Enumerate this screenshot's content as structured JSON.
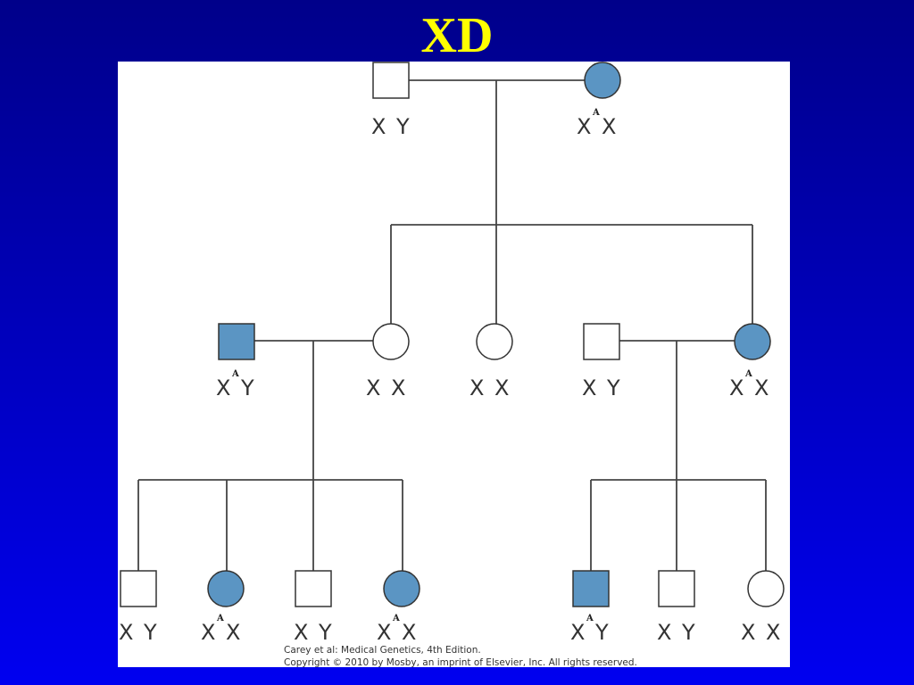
{
  "slide": {
    "title": "XD"
  },
  "pedigree": {
    "individuals": [
      {
        "id": "g1-father",
        "sex": "male",
        "affected": false,
        "genotype": [
          "X",
          "",
          "Y"
        ]
      },
      {
        "id": "g1-mother",
        "sex": "female",
        "affected": true,
        "genotype": [
          "X",
          "A",
          "X"
        ]
      },
      {
        "id": "g2-husband",
        "sex": "male",
        "affected": true,
        "genotype": [
          "X",
          "A",
          "Y"
        ]
      },
      {
        "id": "g2-daughter1",
        "sex": "female",
        "affected": false,
        "genotype": [
          "X",
          "",
          "X"
        ]
      },
      {
        "id": "g2-daughter2",
        "sex": "female",
        "affected": false,
        "genotype": [
          "X",
          "",
          "X"
        ]
      },
      {
        "id": "g2-husband2",
        "sex": "male",
        "affected": false,
        "genotype": [
          "X",
          "",
          "Y"
        ]
      },
      {
        "id": "g2-daughter3",
        "sex": "female",
        "affected": true,
        "genotype": [
          "X",
          "A",
          "X"
        ]
      },
      {
        "id": "g3-son1",
        "sex": "male",
        "affected": false,
        "genotype": [
          "X",
          "",
          "Y"
        ]
      },
      {
        "id": "g3-daughter1",
        "sex": "female",
        "affected": true,
        "genotype": [
          "X",
          "A",
          "X"
        ]
      },
      {
        "id": "g3-son2",
        "sex": "male",
        "affected": false,
        "genotype": [
          "X",
          "",
          "Y"
        ]
      },
      {
        "id": "g3-daughter2",
        "sex": "female",
        "affected": true,
        "genotype": [
          "X",
          "A",
          "X"
        ]
      },
      {
        "id": "g3-son3",
        "sex": "male",
        "affected": true,
        "genotype": [
          "X",
          "A",
          "Y"
        ]
      },
      {
        "id": "g3-son4",
        "sex": "male",
        "affected": false,
        "genotype": [
          "X",
          "",
          "Y"
        ]
      },
      {
        "id": "g3-daughter3",
        "sex": "female",
        "affected": false,
        "genotype": [
          "X",
          "",
          "X"
        ]
      }
    ]
  },
  "credit": {
    "line1": "Carey et al: Medical Genetics, 4th Edition.",
    "line2": "Copyright © 2010 by Mosby, an imprint of Elsevier, Inc. All rights reserved."
  },
  "colors": {
    "affected": "#5b95c3",
    "title": "#ffff00",
    "background": "#0000c0"
  }
}
